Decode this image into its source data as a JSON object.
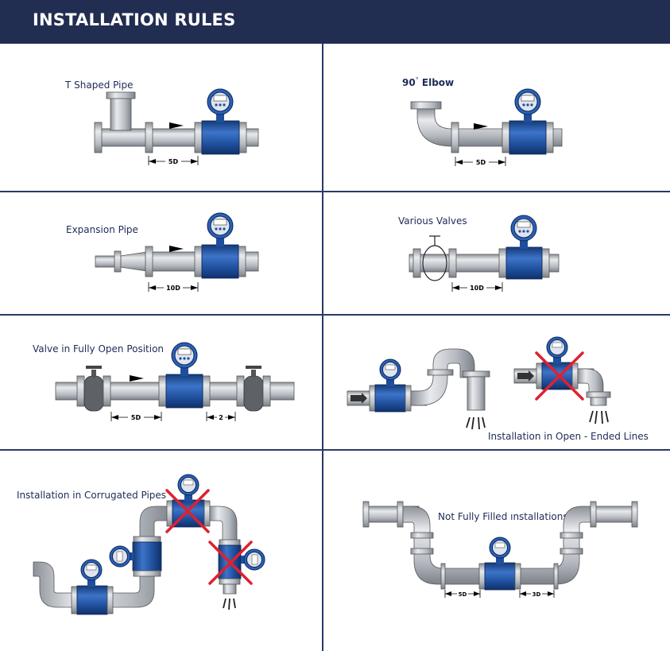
{
  "header": {
    "title": "INSTALLATION RULES"
  },
  "panels": {
    "t_shaped": {
      "label": "T Shaped  Pipe",
      "dim": "5D"
    },
    "elbow": {
      "label_num": "90",
      "label_deg": "°",
      "label_text": "Elbow",
      "dim": "5D"
    },
    "expansion": {
      "label": "Expansion Pipe",
      "dim": "10D"
    },
    "valves": {
      "label": "Various Valves",
      "dim": "10D"
    },
    "open_valve": {
      "label": "Valve in Fully Open Position",
      "dim_left": "5D",
      "dim_right": "2"
    },
    "open_ended": {
      "label": "Installation in Open - Ended Lines"
    },
    "corrugated": {
      "label": "Installation in Corrugated Pipes"
    },
    "not_filled": {
      "label": "Not Fully Filled ınstallations",
      "dim_left": "5D",
      "dim_right": "3D"
    }
  },
  "colors": {
    "header_bg": "#222d52",
    "meter_blue": "#1f4f9c",
    "pipe_gray": "#b5b9bf",
    "cross_red": "#e02030",
    "label_navy": "#1e2b57"
  }
}
